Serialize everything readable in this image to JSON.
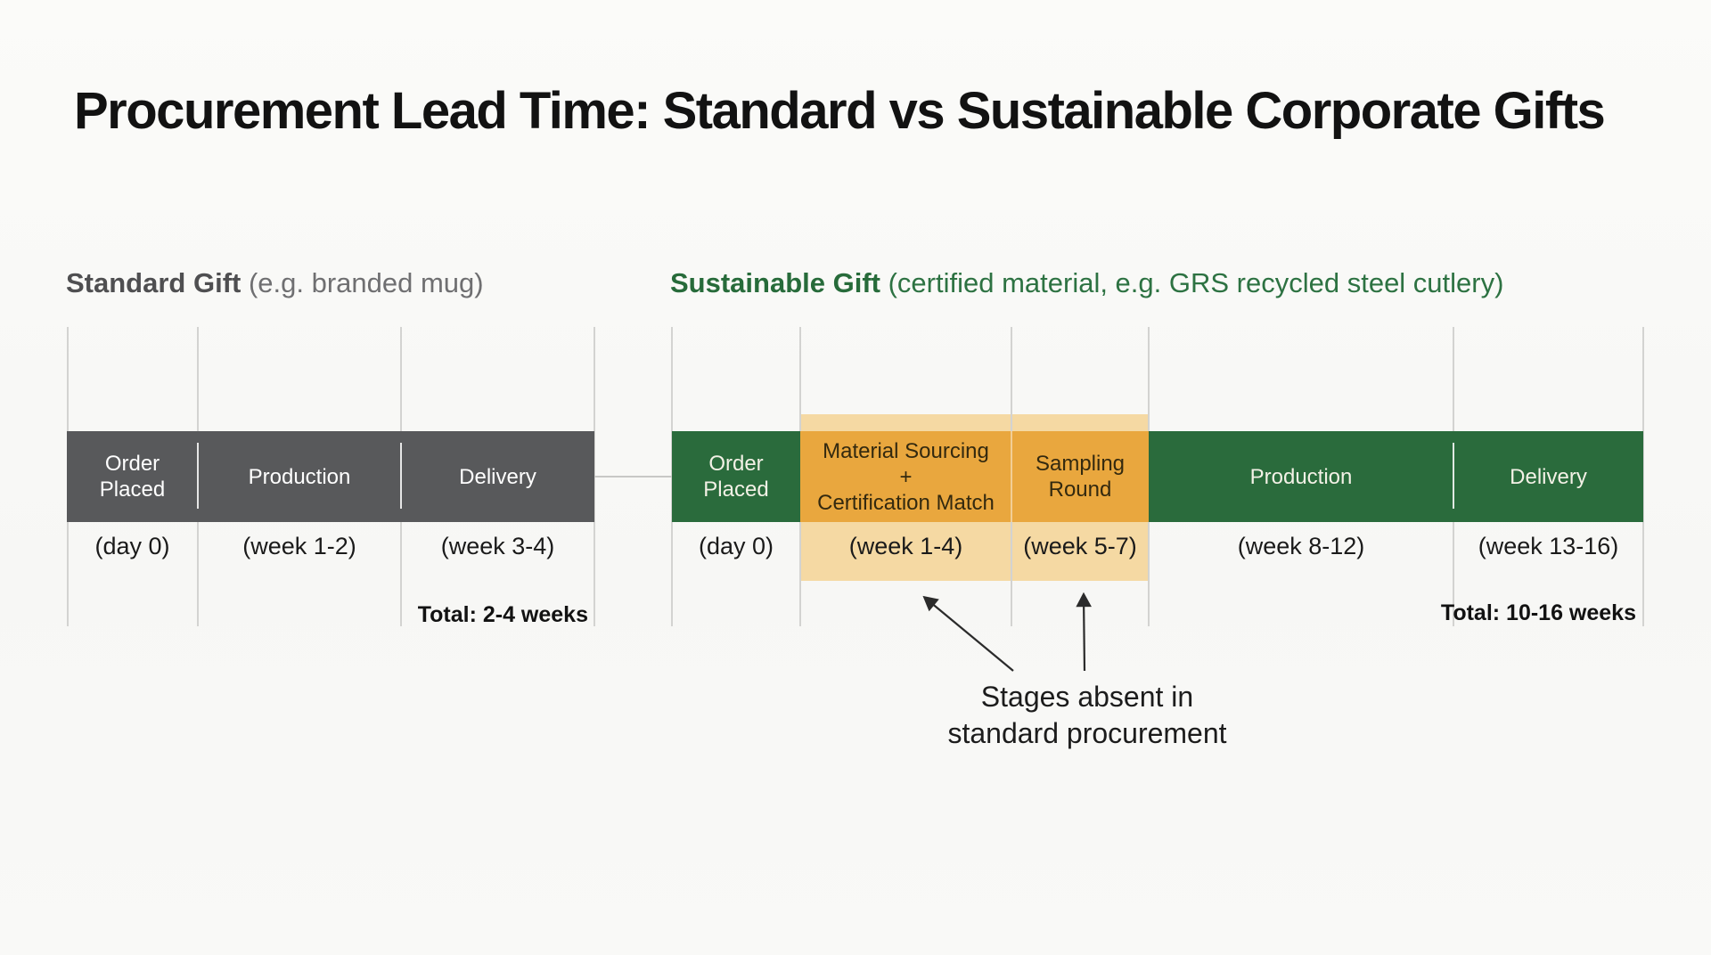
{
  "title": "Procurement Lead Time: Standard vs Sustainable Corporate Gifts",
  "colors": {
    "standard_bar": "#58595b",
    "sustainable_bar": "#2a6b3c",
    "highlight_stage": "#e9a73e",
    "highlight_glow": "#f5d9a3",
    "standard_header": "#4f4f51",
    "sustainable_header": "#276b3a",
    "gridline": "#d3d3d1"
  },
  "standard": {
    "header_bold": "Standard Gift",
    "header_rest": " (e.g. branded mug)",
    "stages": [
      {
        "lines": [
          "Order",
          "Placed"
        ],
        "time": "(day 0)"
      },
      {
        "lines": [
          "Production"
        ],
        "time": "(week 1-2)"
      },
      {
        "lines": [
          "Delivery"
        ],
        "time": "(week 3-4)"
      }
    ],
    "total": "Total: 2-4 weeks"
  },
  "sustainable": {
    "header_bold": "Sustainable Gift",
    "header_rest": " (certified material, e.g. GRS recycled steel cutlery)",
    "stages": [
      {
        "lines": [
          "Order",
          "Placed"
        ],
        "time": "(day 0)"
      },
      {
        "lines": [
          "Material Sourcing",
          "+",
          "Certification Match"
        ],
        "time": "(week 1-4)"
      },
      {
        "lines": [
          "Sampling",
          "Round"
        ],
        "time": "(week 5-7)"
      },
      {
        "lines": [
          "Production"
        ],
        "time": "(week 8-12)"
      },
      {
        "lines": [
          "Delivery"
        ],
        "time": "(week 13-16)"
      }
    ],
    "total": "Total: 10-16 weeks"
  },
  "annotation": {
    "line1": "Stages absent in",
    "line2": "standard procurement"
  }
}
